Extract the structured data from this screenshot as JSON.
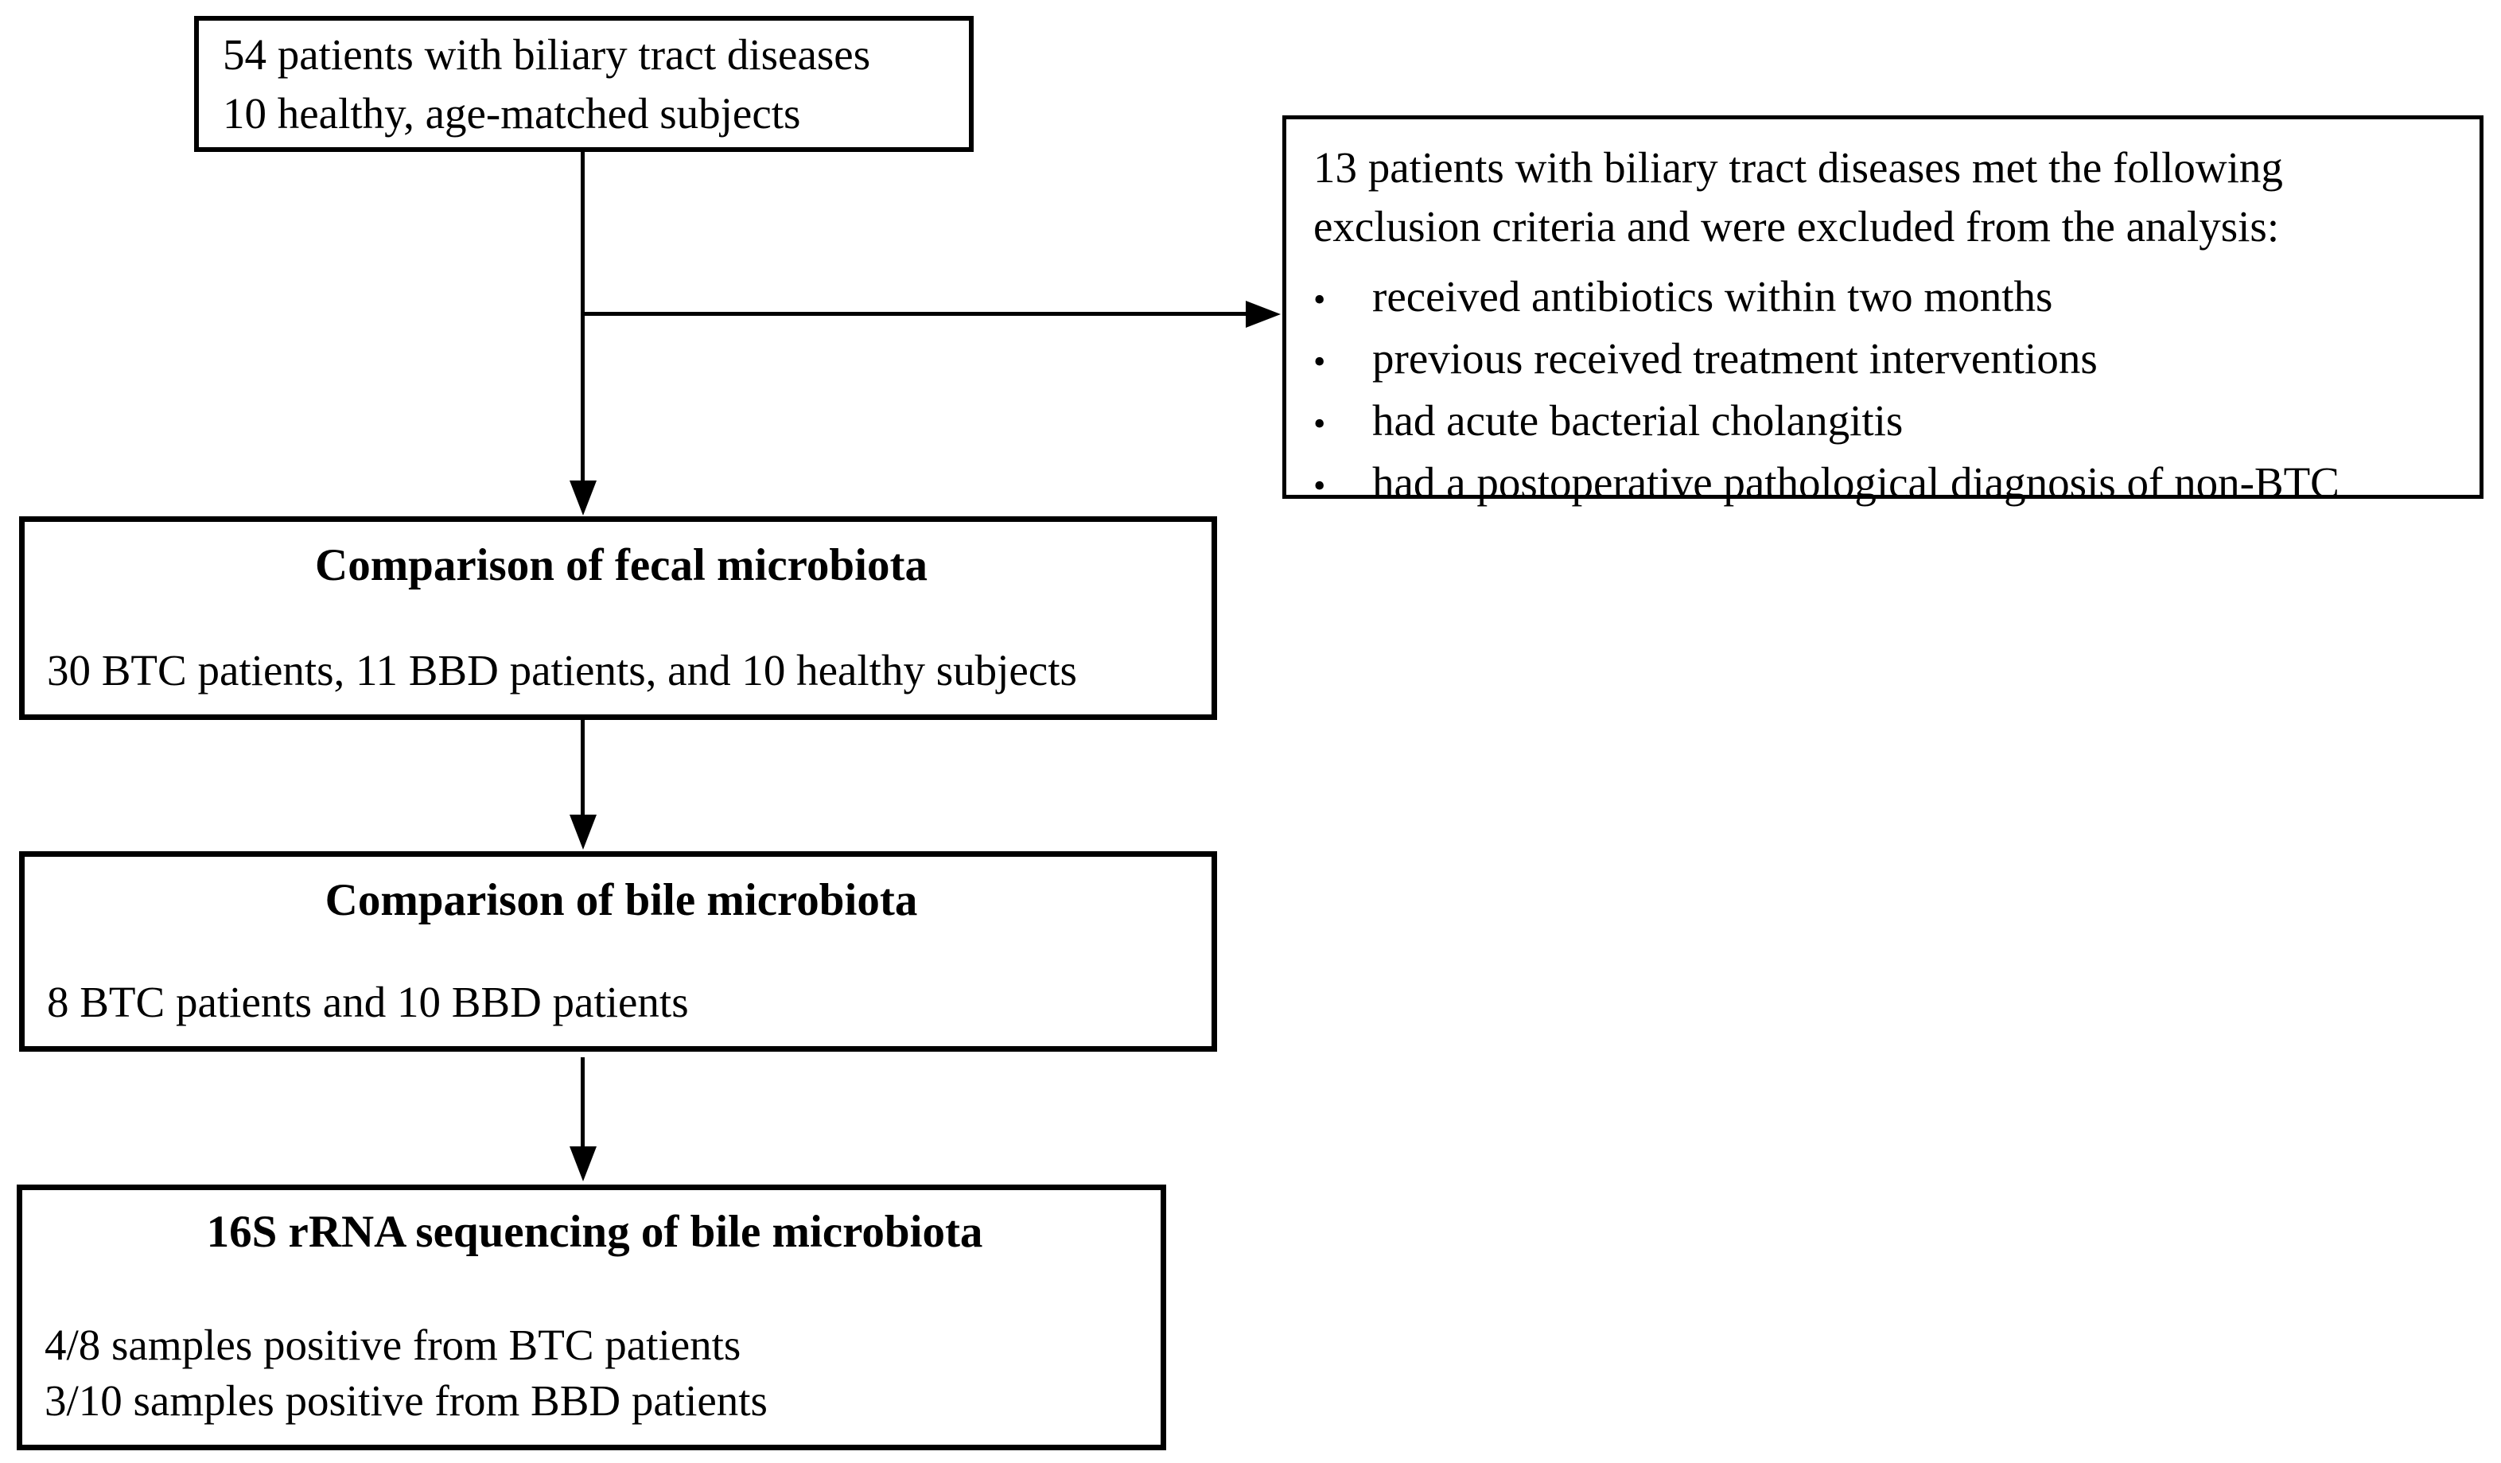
{
  "figure": {
    "background_color": "#ffffff",
    "line_color": "#000000",
    "text_color": "#000000",
    "enrollment_box": {
      "lines": [
        "54 patients with biliary tract diseases",
        "10 healthy, age-matched subjects"
      ]
    },
    "exclusion_box": {
      "intro_lines": [
        "13 patients with biliary tract diseases met the following",
        "exclusion criteria and were excluded from the analysis:"
      ],
      "bullet_glyph": "•",
      "bullets": [
        "received antibiotics within two months",
        "previous received treatment interventions",
        "had acute bacterial cholangitis",
        "had a postoperative pathological diagnosis of non-BTC"
      ]
    },
    "fecal_box": {
      "title": "Comparison of fecal microbiota",
      "body": "30 BTC patients, 11 BBD patients, and 10 healthy subjects"
    },
    "bile_box": {
      "title": "Comparison of bile microbiota",
      "body": "8 BTC patients and 10 BBD patients"
    },
    "sequencing_box": {
      "title": "16S rRNA sequencing of bile microbiota",
      "body_lines": [
        "4/8 samples positive from BTC patients",
        "3/10 samples positive from BBD patients"
      ]
    }
  }
}
